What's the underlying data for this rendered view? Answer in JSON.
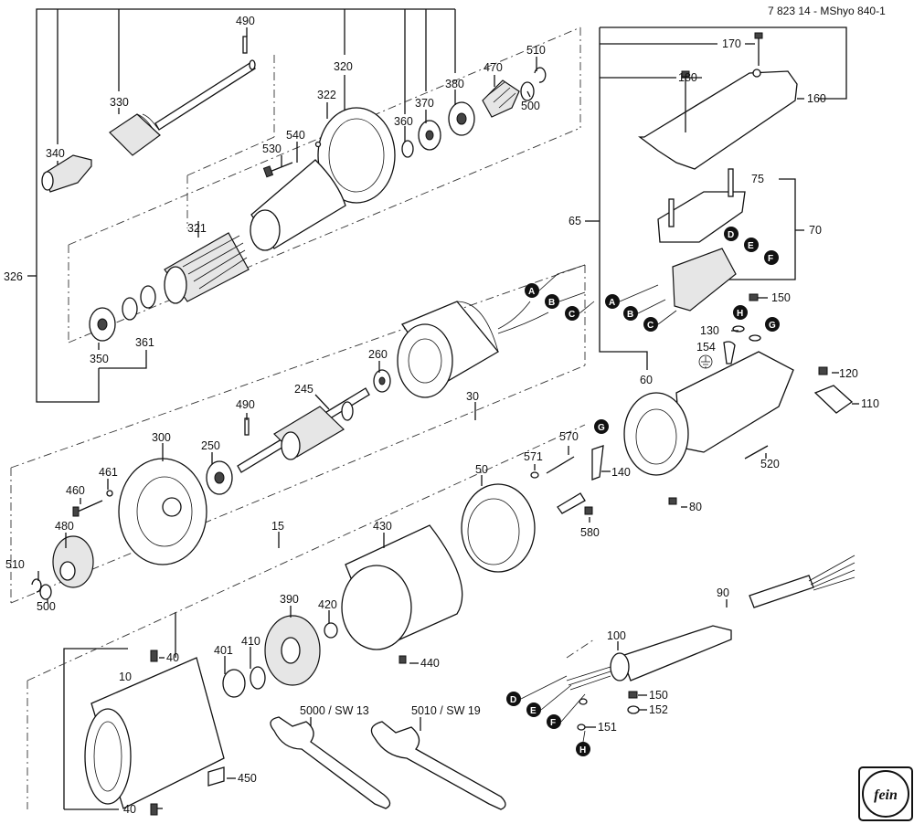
{
  "document_number": "7 823 14 - MShyo 840-1",
  "logo": {
    "text": "fein"
  },
  "part_numbers": [
    "490",
    "330",
    "340",
    "320",
    "322",
    "530",
    "540",
    "326",
    "321",
    "350",
    "361",
    "360",
    "370",
    "380",
    "470",
    "510",
    "500",
    "245",
    "260",
    "30",
    "300",
    "250",
    "461",
    "460",
    "480",
    "15",
    "430",
    "50",
    "420",
    "390",
    "410",
    "401",
    "10",
    "40",
    "450",
    "440",
    "5000 / SW 13",
    "5010 / SW 19",
    "170",
    "180",
    "160",
    "75",
    "70",
    "65",
    "150",
    "130",
    "154",
    "120",
    "110",
    "60",
    "570",
    "571",
    "140",
    "580",
    "520",
    "80",
    "90",
    "100",
    "151",
    "152"
  ],
  "connector_markers": [
    "A",
    "B",
    "C",
    "D",
    "E",
    "F",
    "G",
    "H"
  ],
  "colors": {
    "ink": "#111111",
    "background": "#ffffff",
    "marker_fill": "#111111"
  }
}
